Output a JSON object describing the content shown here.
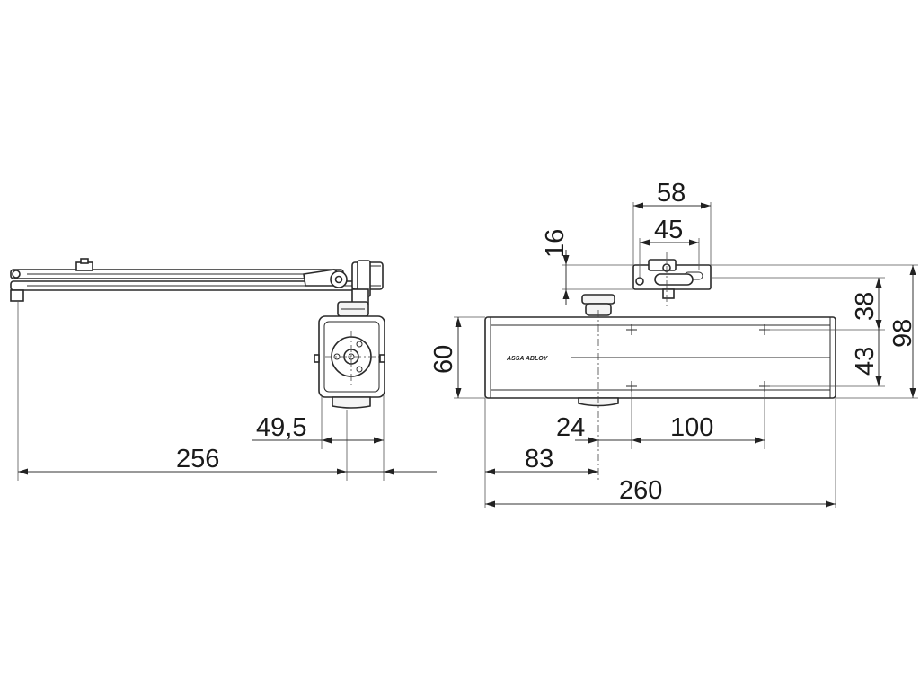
{
  "dimensions": {
    "arm_length": "256",
    "bracket_offset": "49,5",
    "body_length": "260",
    "body_height": "60",
    "offset_left": "83",
    "offset_arm": "24",
    "hole_spacing": "100",
    "bracket_width_outer": "58",
    "bracket_width_inner": "45",
    "bracket_height": "16",
    "right_upper": "38",
    "right_lower": "43",
    "overall_height": "98"
  },
  "logo": {
    "text": "ASSA ABLOY"
  }
}
